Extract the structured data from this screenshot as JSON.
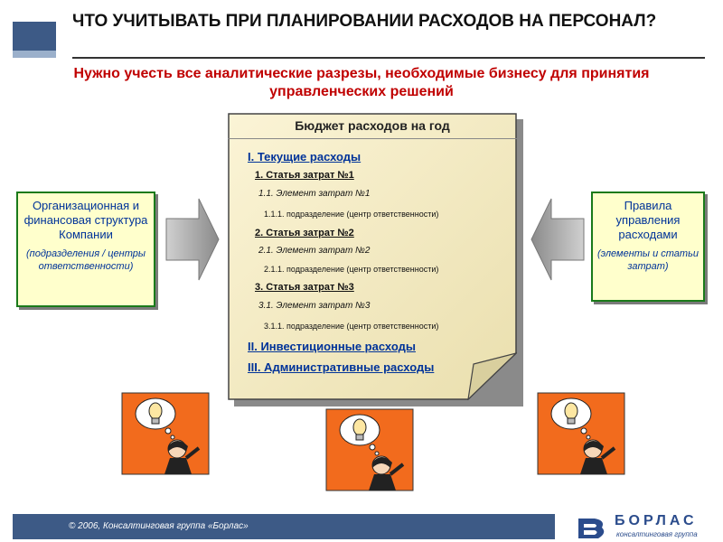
{
  "title": "ЧТО УЧИТЫВАТЬ ПРИ ПЛАНИРОВАНИИ РАСХОДОВ НА ПЕРСОНАЛ?",
  "subtitle": "Нужно учесть все аналитические разрезы, необходимые бизнесу для принятия управленческих решений",
  "left_box": {
    "main": "Организационная и финансовая структура Компании",
    "sub": "(подразделения / центры ответственности)"
  },
  "right_box": {
    "main": "Правила управления расходами",
    "sub": "(элементы и статьи затрат)"
  },
  "budget": {
    "title": "Бюджет расходов на год",
    "lines": [
      {
        "level": 1,
        "text": "I. Текущие расходы"
      },
      {
        "level": 2,
        "text": "1. Статья затрат №1"
      },
      {
        "level": 3,
        "text": "1.1. Элемент затрат №1"
      },
      {
        "level": 4,
        "text": "1.1.1. подразделение (центр ответственности)"
      },
      {
        "level": 2,
        "text": "2. Статья затрат №2"
      },
      {
        "level": 3,
        "text": "2.1. Элемент затрат №2"
      },
      {
        "level": 4,
        "text": "2.1.1. подразделение (центр ответственности)"
      },
      {
        "level": 2,
        "text": "3. Статья затрат №3"
      },
      {
        "level": 3,
        "text": "3.1. Элемент затрат №3"
      },
      {
        "level": 4,
        "text": "3.1.1. подразделение (центр ответственности)"
      },
      {
        "level": 1,
        "text": "II. Инвестиционные расходы"
      },
      {
        "level": 1,
        "text": "III. Административные расходы"
      }
    ]
  },
  "footer": {
    "copyright": "© 2006, Консалтинговая группа «Борлас»",
    "logo_name": "БОРЛАС",
    "logo_tagline": "консалтинговая группа"
  },
  "colors": {
    "accent_red": "#c00000",
    "link_blue": "#003399",
    "box_fill": "#ffffcc",
    "box_border": "#1a7a1a",
    "doc_fill": "#f8efc4",
    "picture_orange": "#f26b1d",
    "footer_blue": "#3d5a86"
  }
}
